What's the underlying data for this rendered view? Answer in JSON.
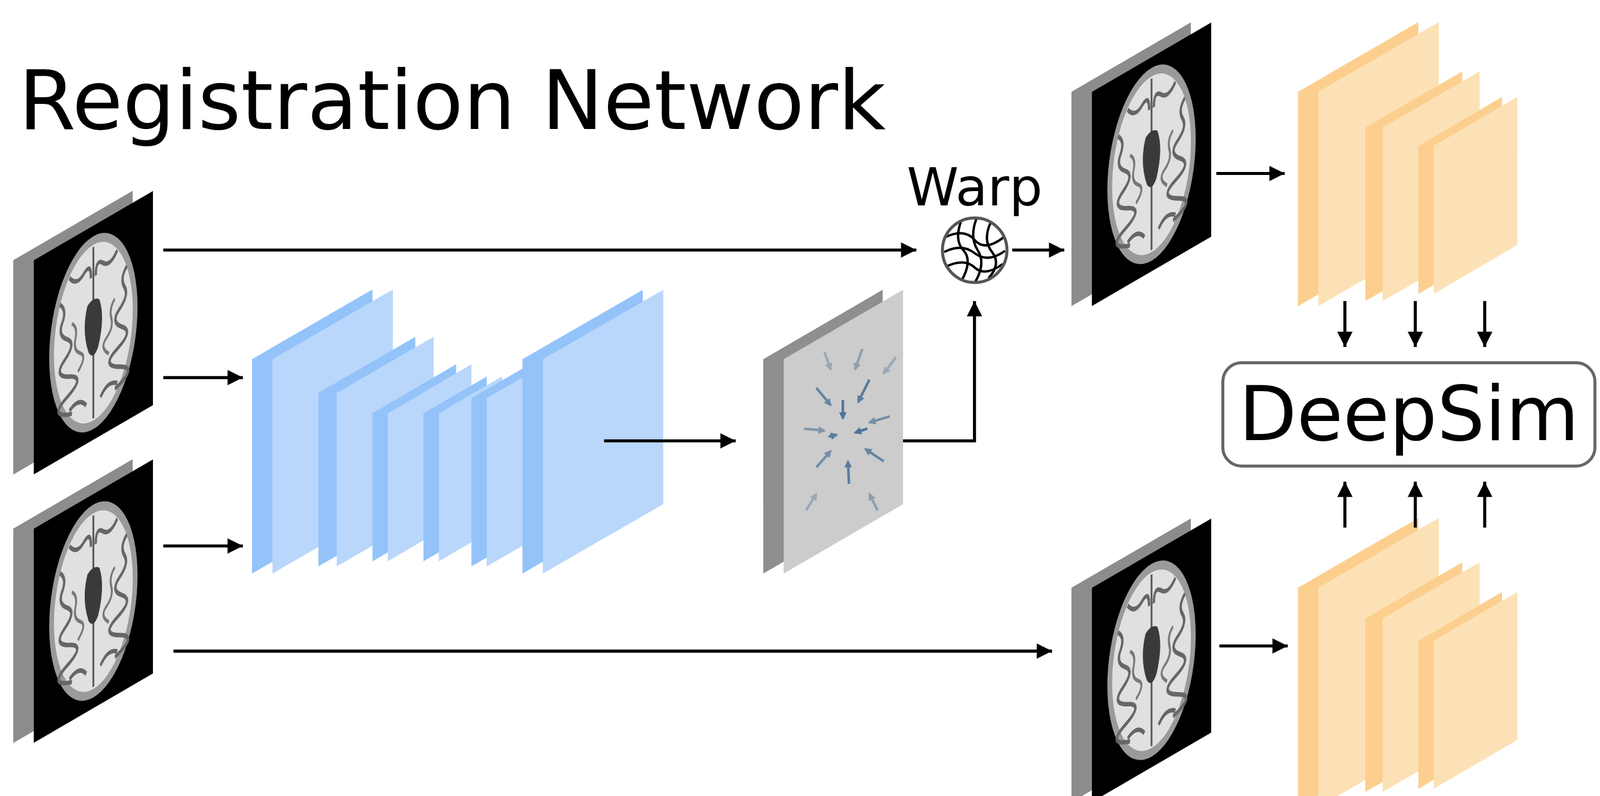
{
  "diagram": {
    "title": "Registration Network",
    "nodes": [
      {
        "text": [
          "Warp"
        ]
      },
      {
        "text": [
          "DeepSim"
        ]
      }
    ]
  }
}
